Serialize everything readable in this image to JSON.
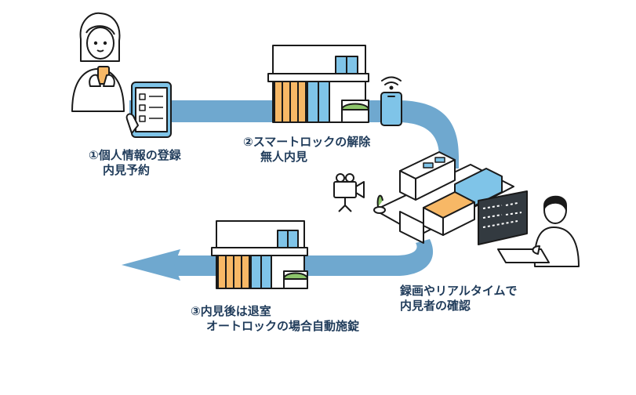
{
  "steps": {
    "step1": {
      "line1": "①個人情報の登録",
      "line2": "内見予約"
    },
    "step2": {
      "line1": "②スマートロックの解除",
      "line2": "無人内見"
    },
    "monitor": {
      "line1": "録画やリアルタイムで",
      "line2": "内見者の確認"
    },
    "step3": {
      "line1": "③内見後は退室",
      "line2": "オートロックの場合自動施錠"
    }
  },
  "colors": {
    "flow": "#6fa8cf",
    "text": "#1f3b5a",
    "outline": "#1a1a1a",
    "accent_orange": "#f7b866",
    "accent_blue": "#7fc4e8",
    "accent_green": "#8dc56b",
    "screen": "#333a40"
  },
  "icons": [
    "woman-with-phone-icon",
    "tablet-checklist-icon",
    "house-icon",
    "smartphone-wifi-icon",
    "camera-icon",
    "room-icon",
    "monitoring-operator-icon",
    "house-exit-icon",
    "arrow-left-icon"
  ]
}
